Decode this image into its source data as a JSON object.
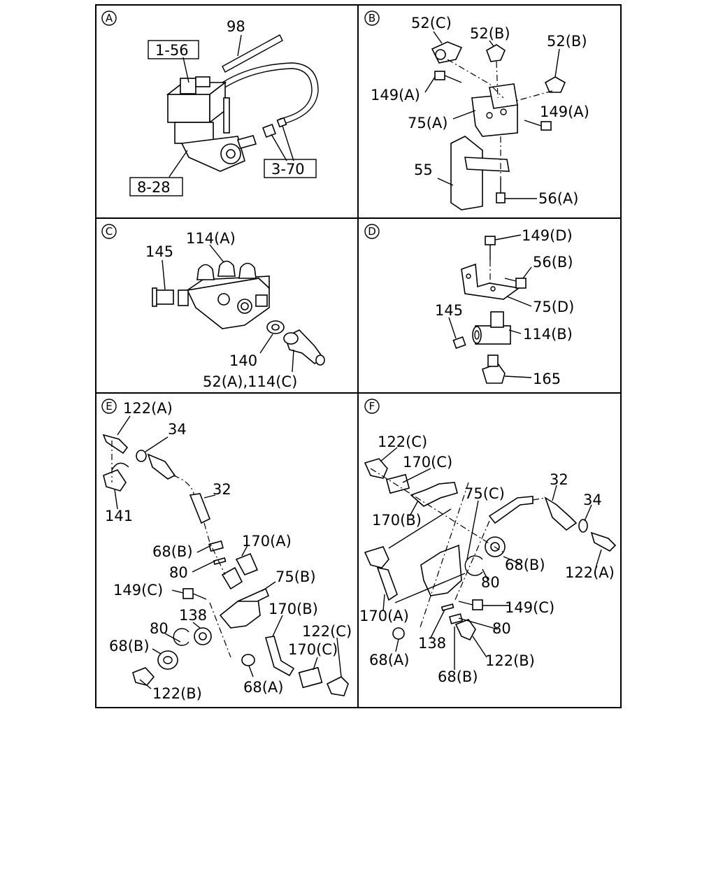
{
  "panels": [
    {
      "id": "A",
      "letter": "A",
      "labels": [
        "98",
        "1-56",
        "8-28",
        "3-70"
      ]
    },
    {
      "id": "B",
      "letter": "B",
      "labels": [
        "52(C)",
        "52(B)",
        "52(B)",
        "149(A)",
        "149(A)",
        "75(A)",
        "55",
        "56(A)"
      ]
    },
    {
      "id": "C",
      "letter": "C",
      "labels": [
        "114(A)",
        "145",
        "140",
        "52(A),114(C)"
      ]
    },
    {
      "id": "D",
      "letter": "D",
      "labels": [
        "149(D)",
        "56(B)",
        "75(D)",
        "145",
        "114(B)",
        "165"
      ]
    },
    {
      "id": "E",
      "letter": "E",
      "labels": [
        "122(A)",
        "34",
        "141",
        "32",
        "68(B)",
        "170(A)",
        "80",
        "75(B)",
        "149(C)",
        "138",
        "80",
        "68(B)",
        "170(B)",
        "122(C)",
        "170(C)",
        "122(B)",
        "68(A)"
      ]
    },
    {
      "id": "F",
      "letter": "F",
      "labels": [
        "122(C)",
        "170(C)",
        "170(B)",
        "75(C)",
        "32",
        "34",
        "68(B)",
        "80",
        "122(A)",
        "149(C)",
        "170(A)",
        "80",
        "138",
        "68(A)",
        "122(B)",
        "68(B)"
      ]
    }
  ]
}
